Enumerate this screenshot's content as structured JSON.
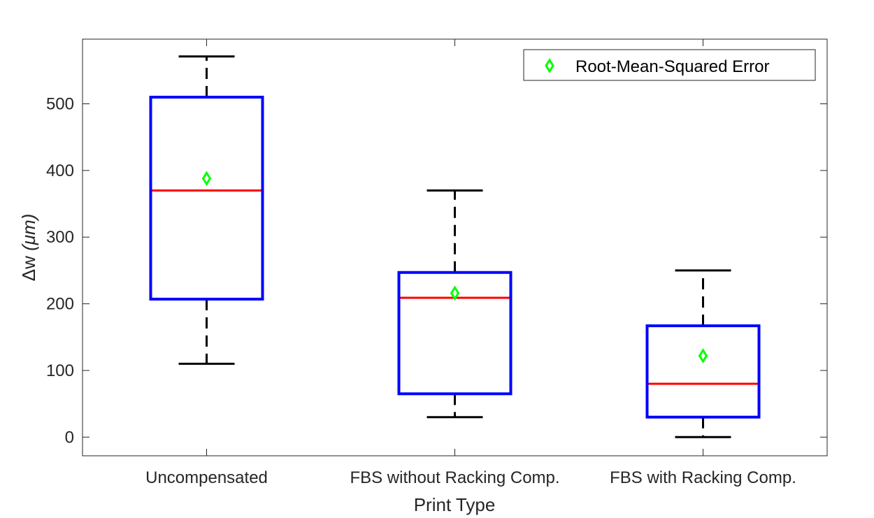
{
  "chart_data": {
    "type": "boxplot",
    "xlabel": "Print Type",
    "ylabel_symbol": "Δw",
    "ylabel_unit": "(μm)",
    "ylim": [
      -28,
      597
    ],
    "yticks": [
      0,
      100,
      200,
      300,
      400,
      500
    ],
    "grid": false,
    "legend": {
      "placement": "top-right",
      "entries": [
        "Root-Mean-Squared Error"
      ]
    },
    "categories": [
      "Uncompensated",
      "FBS without Racking Comp.",
      "FBS with Racking Comp."
    ],
    "boxes": [
      {
        "whisker_low": 110,
        "q1": 207,
        "median": 370,
        "q3": 510,
        "whisker_high": 571,
        "rmse": 388
      },
      {
        "whisker_low": 30,
        "q1": 65,
        "median": 209,
        "q3": 247,
        "whisker_high": 370,
        "rmse": 216
      },
      {
        "whisker_low": 0,
        "q1": 30,
        "median": 80,
        "q3": 167,
        "whisker_high": 250,
        "rmse": 122
      }
    ],
    "colors": {
      "box": "#0000ff",
      "median": "#ff0000",
      "whisker": "#000000",
      "rmse_marker": "#00ff00",
      "axes": "#262626"
    }
  }
}
